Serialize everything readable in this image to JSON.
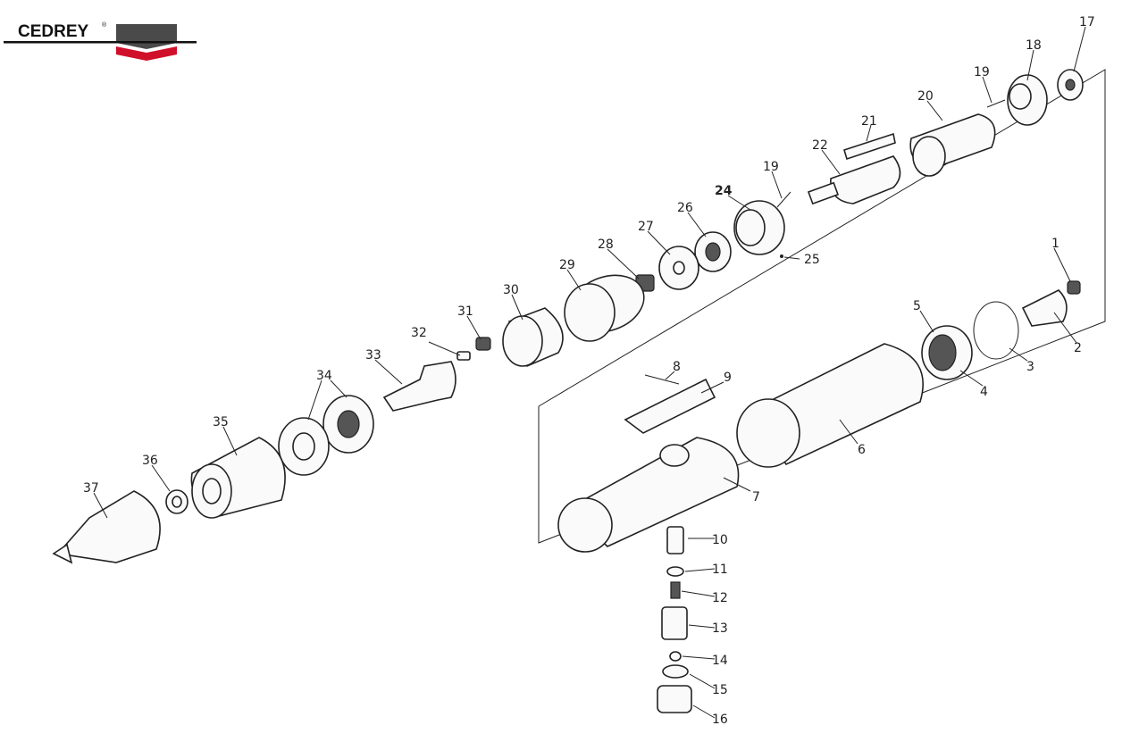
{
  "brand": {
    "name": "CEDREY",
    "registered": "®",
    "colors": {
      "dark": "#4a4a4a",
      "red": "#d0102a",
      "text": "#111111"
    }
  },
  "callouts": {
    "c17": "17",
    "c18": "18",
    "c19a": "19",
    "c20": "20",
    "c21": "21",
    "c22": "22",
    "c19b": "19",
    "c24": "24",
    "c25": "25",
    "c26": "26",
    "c27": "27",
    "c28": "28",
    "c29": "29",
    "c30": "30",
    "c31": "31",
    "c32": "32",
    "c33": "33",
    "c34": "34",
    "c35": "35",
    "c36": "36",
    "c37": "37",
    "c1": "1",
    "c2": "2",
    "c3": "3",
    "c4": "4",
    "c5": "5",
    "c6": "6",
    "c7": "7",
    "c8": "8",
    "c9": "9",
    "c10": "10",
    "c11": "11",
    "c12": "12",
    "c13": "13",
    "c14": "14",
    "c15": "15",
    "c16": "16"
  }
}
